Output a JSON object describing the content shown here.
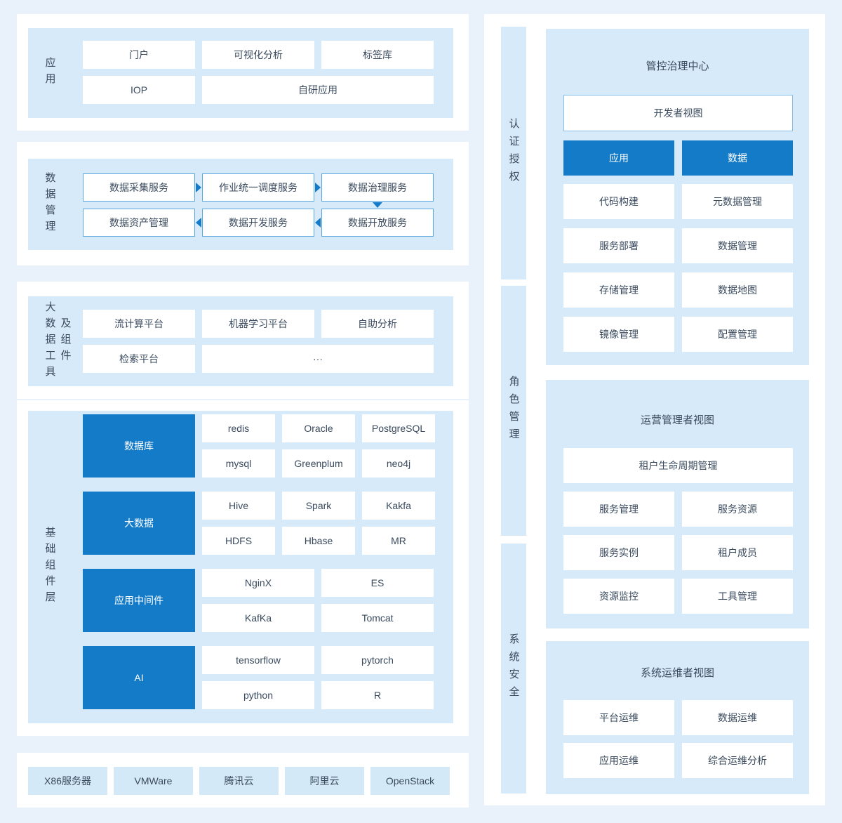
{
  "colors": {
    "page_background": "#e9f2fb",
    "panel_blue": "#d7eafa",
    "accent_blue": "#147bc9",
    "text": "#3a4a5e",
    "outline_blue": "#5aa7e0"
  },
  "left": {
    "app": {
      "label": "应用",
      "items": [
        "门户",
        "可视化分析",
        "标签库",
        "IOP",
        "自研应用"
      ]
    },
    "data_mgmt": {
      "label": "数据管理",
      "flow_top": [
        "数据采集服务",
        "作业统一调度服务",
        "数据治理服务"
      ],
      "flow_bottom": [
        "数据资产管理",
        "数据开发服务",
        "数据开放服务"
      ],
      "arrow_icons": [
        "right",
        "right",
        "down",
        "left",
        "left"
      ]
    },
    "bigdata_tools": {
      "label_col1": "大数据工具",
      "label_col2": "及组件",
      "items": [
        "流计算平台",
        "机器学习平台",
        "自助分析",
        "检索平台",
        "···"
      ]
    },
    "base_layer": {
      "label": "基础组件层",
      "groups": [
        {
          "name": "数据库",
          "items": [
            "redis",
            "Oracle",
            "PostgreSQL",
            "mysql",
            "Greenplum",
            "neo4j"
          ]
        },
        {
          "name": "大数据",
          "items": [
            "Hive",
            "Spark",
            "Kakfa",
            "HDFS",
            "Hbase",
            "MR"
          ]
        },
        {
          "name": "应用中间件",
          "items": [
            "NginX",
            "ES",
            "KafKa",
            "Tomcat"
          ]
        },
        {
          "name": "AI",
          "items": [
            "tensorflow",
            "pytorch",
            "python",
            "R"
          ]
        }
      ]
    },
    "infra": {
      "items": [
        "X86服务器",
        "VMWare",
        "腾讯云",
        "阿里云",
        "OpenStack"
      ]
    }
  },
  "right": {
    "bars": [
      "认证授权",
      "角色管理",
      "系统安全"
    ],
    "panels": [
      {
        "title": "管控治理中心",
        "hero": "开发者视图",
        "tabs": [
          "应用",
          "数据"
        ],
        "items_left": [
          "代码构建",
          "服务部署",
          "存储管理",
          "镜像管理"
        ],
        "items_right": [
          "元数据管理",
          "数据管理",
          "数据地图",
          "配置管理"
        ]
      },
      {
        "title": "运营管理者视图",
        "hero": "租户生命周期管理",
        "items_left": [
          "服务管理",
          "服务实例",
          "资源监控"
        ],
        "items_right": [
          "服务资源",
          "租户成员",
          "工具管理"
        ]
      },
      {
        "title": "系统运维者视图",
        "items_left": [
          "平台运维",
          "应用运维"
        ],
        "items_right": [
          "数据运维",
          "综合运维分析"
        ]
      }
    ]
  }
}
